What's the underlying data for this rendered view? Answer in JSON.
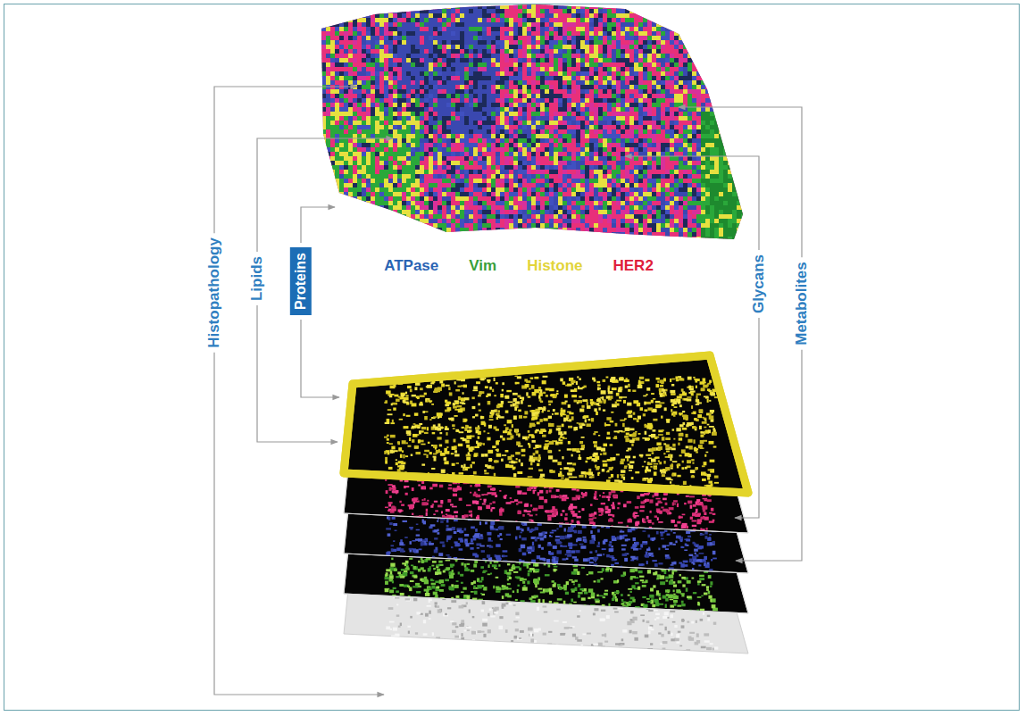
{
  "diagram": {
    "nodes": [
      {
        "text": [
          "Proteins"
        ]
      }
    ],
    "labels": [
      "Histopathology",
      "Lipids",
      "Glycans",
      "Metabolites"
    ],
    "legend": [
      {
        "text": "ATPase",
        "color": "#2a64b4"
      },
      {
        "text": "Vim",
        "color": "#3aa03a"
      },
      {
        "text": "Histone",
        "color": "#e2d43a"
      },
      {
        "text": "HER2",
        "color": "#e0203c"
      }
    ]
  }
}
